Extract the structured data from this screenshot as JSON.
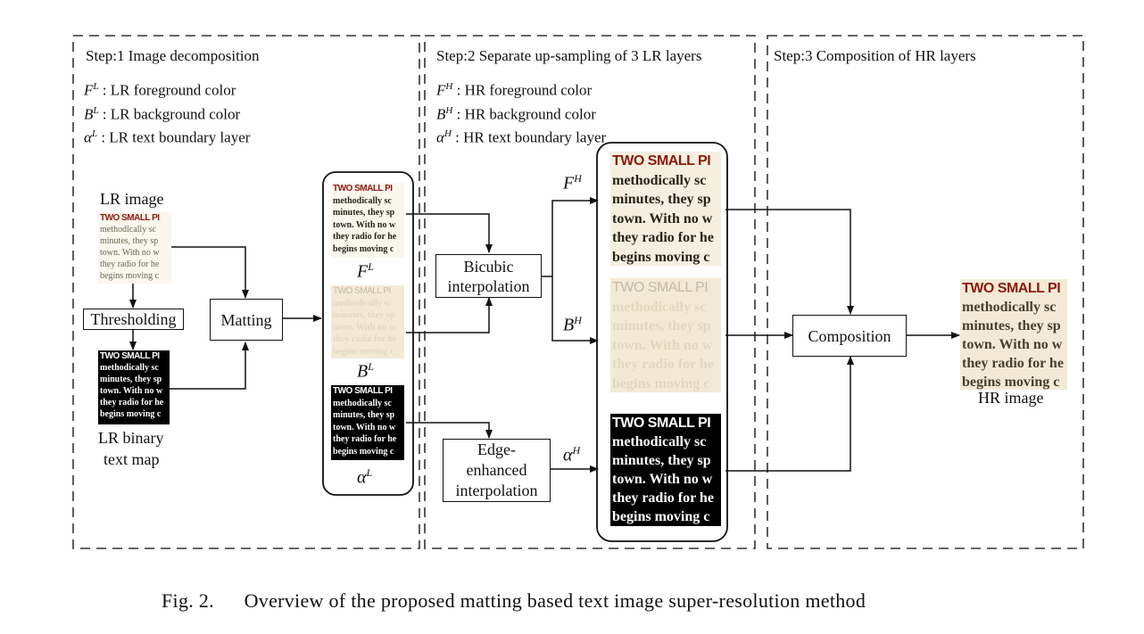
{
  "steps": [
    {
      "title": "Step:1 Image decomposition"
    },
    {
      "title": "Step:2 Separate up-sampling of 3 LR layers"
    },
    {
      "title": "Step:3 Composition of HR layers"
    }
  ],
  "legend_lr": [
    {
      "sym": "F",
      "sup": "L",
      "text": ": LR foreground color"
    },
    {
      "sym": "B",
      "sup": "L",
      "text": ": LR background color"
    },
    {
      "sym": "α",
      "sup": "L",
      "text": ": LR text boundary layer"
    }
  ],
  "legend_hr": [
    {
      "sym": "F",
      "sup": "H",
      "text": ": HR foreground color"
    },
    {
      "sym": "B",
      "sup": "H",
      "text": ": HR background color"
    },
    {
      "sym": "α",
      "sup": "H",
      "text": ": HR text boundary layer"
    }
  ],
  "labels": {
    "lr_image": "LR image",
    "lr_binary_1": "LR binary",
    "lr_binary_2": "text map",
    "hr_image": "HR image"
  },
  "boxes": {
    "thresholding": "Thresholding",
    "matting": "Matting",
    "bicubic_1": "Bicubic",
    "bicubic_2": "interpolation",
    "edge_1": "Edge-",
    "edge_2": "enhanced",
    "edge_3": "interpolation",
    "composition": "Composition"
  },
  "layer_symbols": {
    "fl": {
      "sym": "F",
      "sup": "L"
    },
    "bl": {
      "sym": "B",
      "sup": "L"
    },
    "al": {
      "sym": "α",
      "sup": "L"
    },
    "fh": {
      "sym": "F",
      "sup": "H"
    },
    "bh": {
      "sym": "B",
      "sup": "H"
    },
    "ah": {
      "sym": "α",
      "sup": "H"
    }
  },
  "sample_text": {
    "title": "TWO SMALL PI",
    "line1": "methodically sc",
    "line2": "minutes, they sp",
    "line3": "town. With no w",
    "line4": "they radio for he",
    "line5": "begins moving c"
  },
  "caption": {
    "fig": "Fig. 2.",
    "text": "Overview of the proposed matting based text image super-resolution method"
  },
  "colors": {
    "fg_red": "#8b1a0f",
    "fg_dark": "#2a2317",
    "bg_beige": "#f3ead6",
    "bg_text": "#ddd3bd"
  }
}
